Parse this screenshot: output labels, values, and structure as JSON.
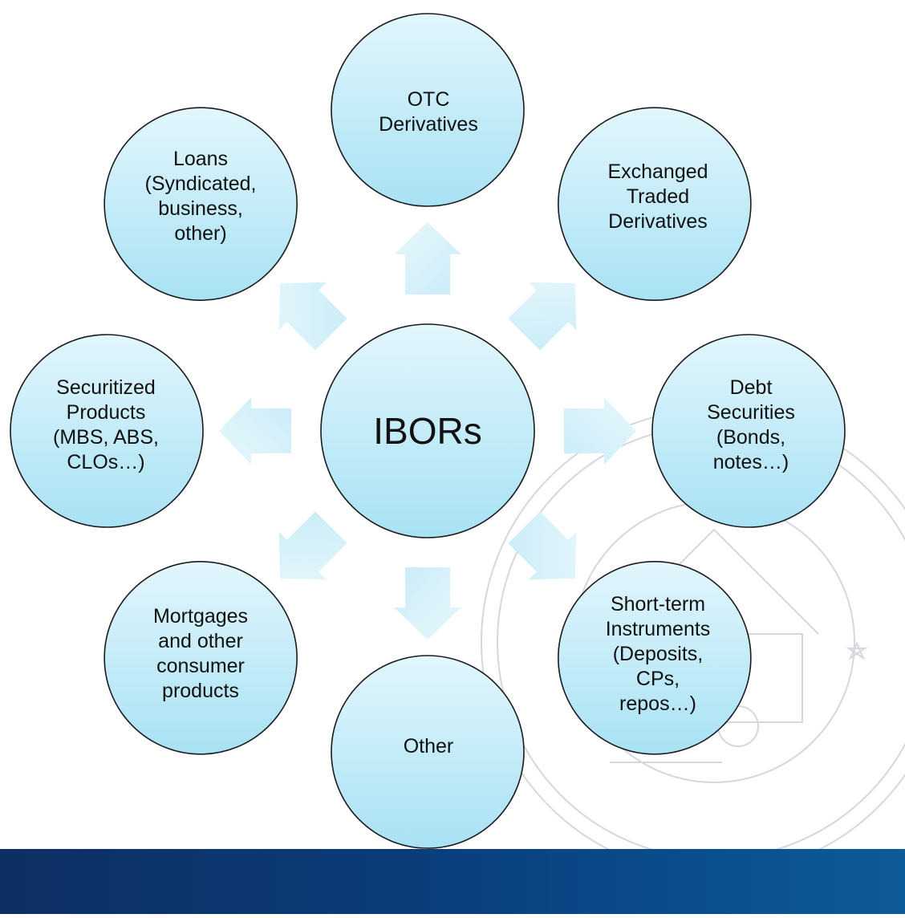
{
  "diagram": {
    "center": {
      "label": "IBORs"
    },
    "nodes": [
      {
        "id": "otc",
        "label": "OTC\nDerivatives"
      },
      {
        "id": "etd",
        "label": "Exchanged\nTraded\nDerivatives"
      },
      {
        "id": "debt",
        "label": "Debt\nSecurities\n(Bonds,\nnotes…)"
      },
      {
        "id": "shortterm",
        "label": "Short-term\nInstruments\n(Deposits,\nCPs,\nrepos…)"
      },
      {
        "id": "other",
        "label": "Other"
      },
      {
        "id": "mortgages",
        "label": "Mortgages\nand other\nconsumer\nproducts"
      },
      {
        "id": "securitized",
        "label": "Securitized\nProducts\n(MBS, ABS,\nCLOs…)"
      },
      {
        "id": "loans",
        "label": "Loans\n(Syndicated,\nbusiness,\nother)"
      }
    ],
    "colors": {
      "circle_top": "#e2f6fd",
      "circle_bottom": "#a8e2f4",
      "circle_stroke": "#1b1b1b",
      "arrow_fill": "#dff3fb",
      "bottom_bar": "#0b3c7a",
      "seal": "#d4d8de"
    }
  }
}
